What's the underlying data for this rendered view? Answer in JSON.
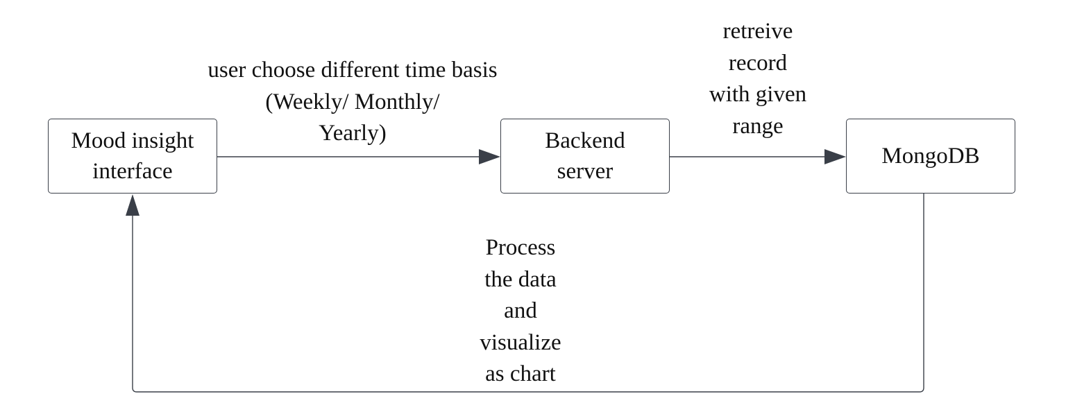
{
  "nodes": {
    "mood_interface": {
      "lines": [
        "Mood insight",
        "interface"
      ]
    },
    "backend_server": {
      "lines": [
        "Backend",
        "server"
      ]
    },
    "mongodb": {
      "lines": [
        "MongoDB"
      ]
    }
  },
  "edges": {
    "interface_to_backend": {
      "lines": [
        "user choose different time basis",
        "(Weekly/ Monthly/",
        "Yearly)"
      ]
    },
    "backend_to_mongodb": {
      "lines": [
        "retreive",
        "record",
        "with given",
        "range"
      ]
    },
    "mongodb_to_interface": {
      "lines": [
        "Process",
        "the data",
        "and",
        "visualize",
        "as chart"
      ]
    }
  },
  "colors": {
    "stroke": "#3a3f48",
    "arrowhead": "#3a3f48"
  }
}
